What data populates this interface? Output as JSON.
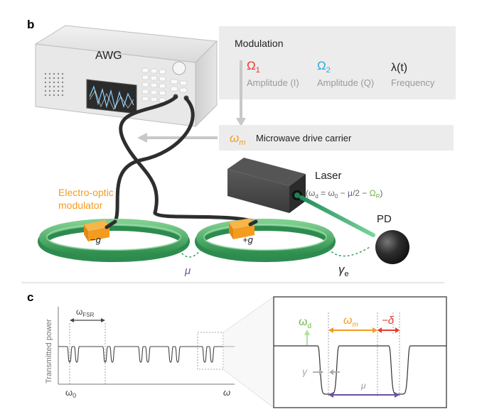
{
  "panel_b": {
    "label": "b",
    "awg_label": "AWG",
    "modulation": {
      "title": "Modulation",
      "omega1_symbol": "Ω",
      "omega1_sub": "1",
      "omega1_desc": "Amplitude (I)",
      "omega2_symbol": "Ω",
      "omega2_sub": "2",
      "omega2_desc": "Amplitude (Q)",
      "lambda_symbol": "λ(t)",
      "lambda_desc": "Frequency"
    },
    "carrier": {
      "symbol": "ω",
      "sub": "m",
      "desc": "Microwave drive carrier"
    },
    "laser": {
      "label": "Laser",
      "equation": {
        "open": "(ω",
        "sub_d": "d",
        "eq": " = ω",
        "sub_0": "0",
        "minus1": " − ",
        "mu": "μ",
        "half": "/2 − ",
        "omega_r": "Ω",
        "sub_r": "R",
        "close": ")"
      }
    },
    "pd_label": "PD",
    "eom_label_line1": "Electro-optic",
    "eom_label_line2": "modulator",
    "ring_left_label": "−g",
    "ring_right_label": "+g",
    "mu_label": "μ",
    "gamma_e_symbol": "γ",
    "gamma_e_sub": "e"
  },
  "panel_c": {
    "label": "c",
    "ylabel": "Transmitted power",
    "fsr_symbol": "ω",
    "fsr_sub": "FSR",
    "omega0_symbol": "ω",
    "omega0_sub": "0",
    "omega_axis": "ω",
    "zoom": {
      "omega_d_symbol": "ω",
      "omega_d_sub": "d",
      "omega_m_symbol": "ω",
      "omega_m_sub": "m",
      "delta_label": "−δ",
      "gamma_label": "γ",
      "mu_label": "μ"
    }
  },
  "colors": {
    "orange": "#f39c1f",
    "red": "#e8382b",
    "blue": "#2aa6e0",
    "green": "#6ab845",
    "purple": "#6b4fa0",
    "ring_green": "#3aa05a",
    "gray_box": "#ececec"
  }
}
